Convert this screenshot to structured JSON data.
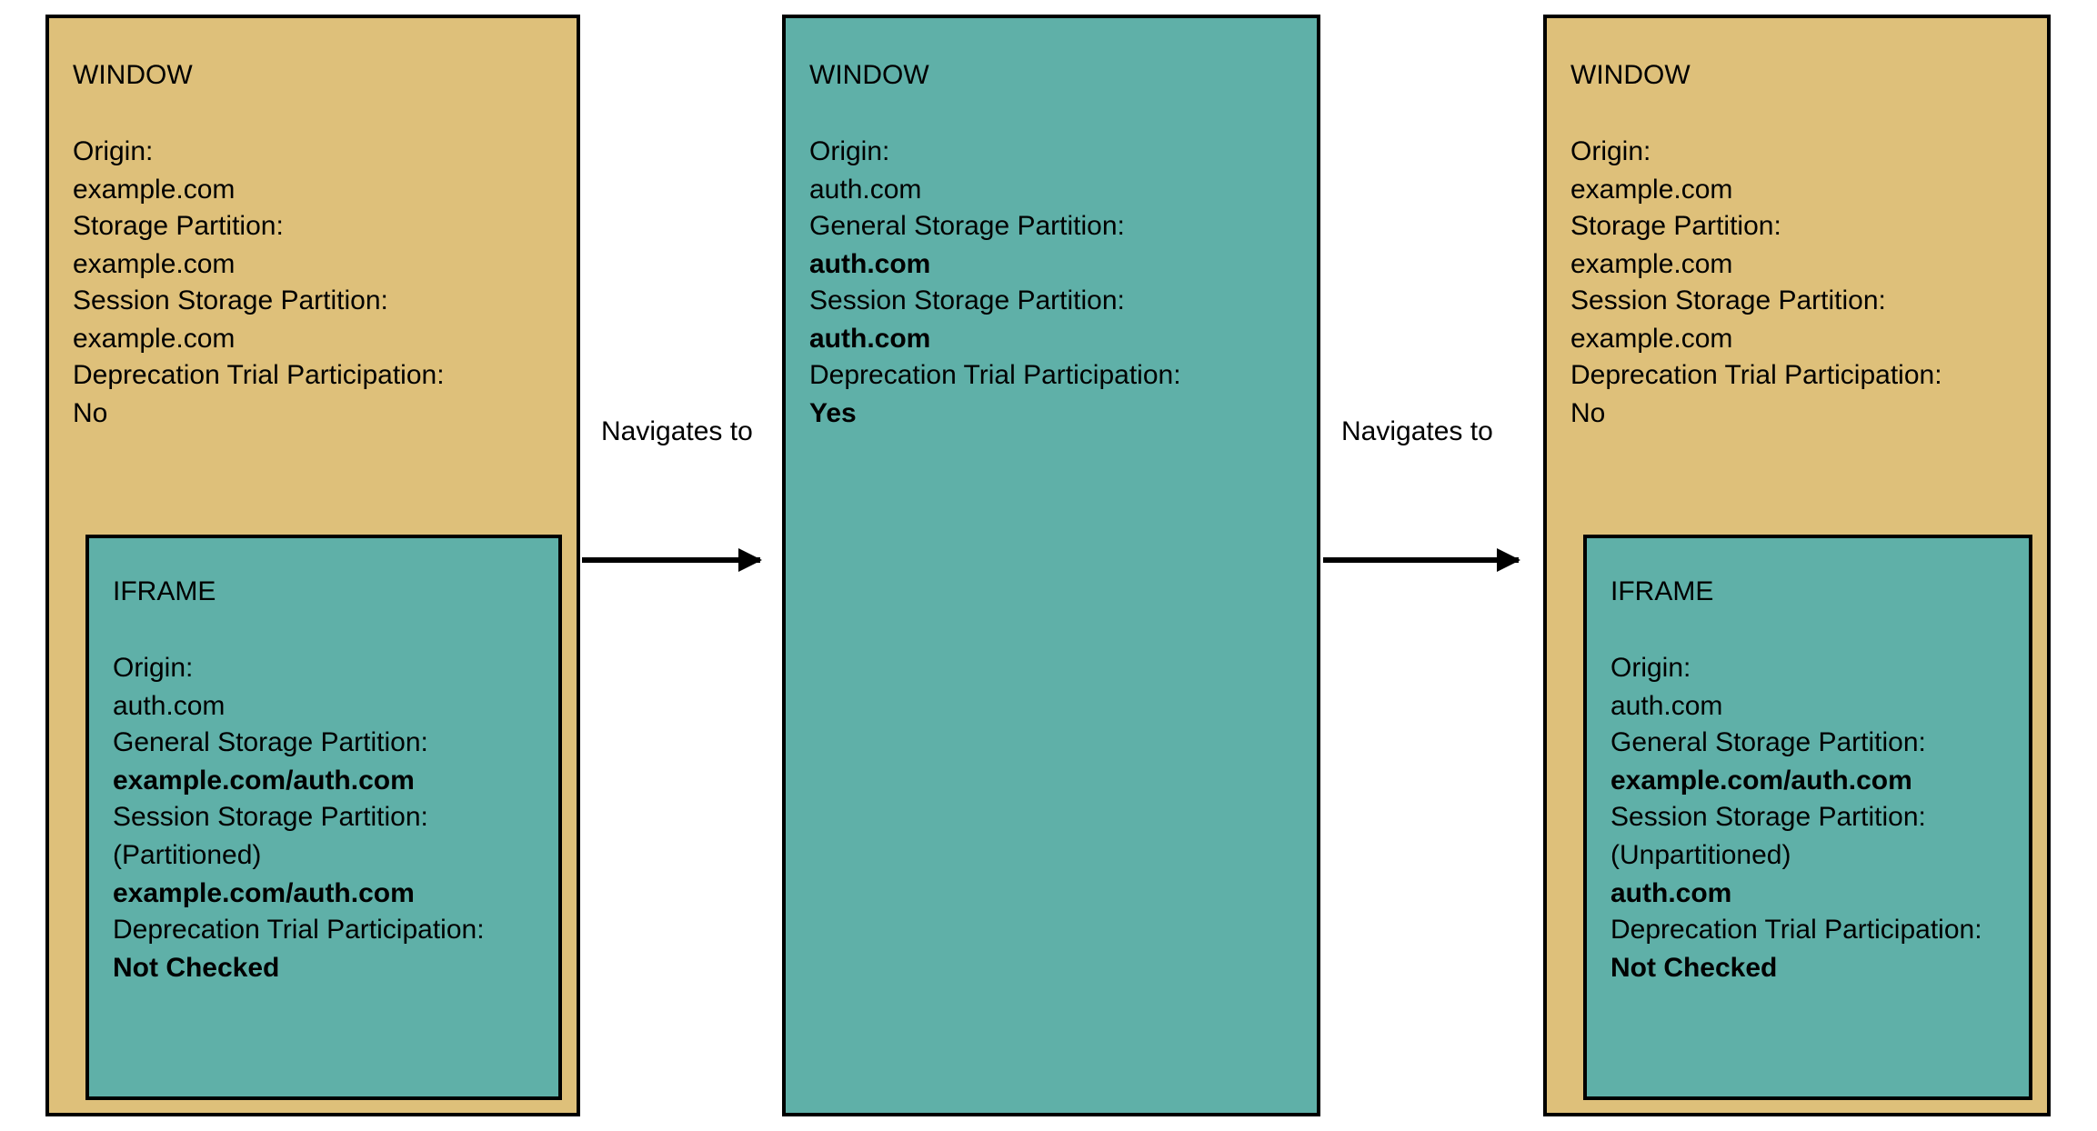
{
  "diagram": {
    "colors": {
      "window_example": "#DEC07A",
      "window_auth": "#5FB0A8",
      "iframe": "#5FB0A8",
      "border": "#000000"
    },
    "panels": [
      {
        "id": "panel-1",
        "window": {
          "title": "WINDOW",
          "fields": [
            {
              "label": "Origin:",
              "value": "example.com",
              "bold": false
            },
            {
              "label": "Storage Partition:",
              "value": "example.com",
              "bold": false
            },
            {
              "label": "Session Storage Partition:",
              "value": "example.com",
              "bold": false
            },
            {
              "label": "Deprecation Trial Participation:",
              "value": "No",
              "bold": false
            }
          ]
        },
        "iframe": {
          "title": "IFRAME",
          "fields": [
            {
              "label": "Origin:",
              "value": "auth.com",
              "bold": false
            },
            {
              "label": "General Storage Partition:",
              "value": "example.com/auth.com",
              "bold": true
            },
            {
              "label": "Session Storage Partition:",
              "sub": "(Partitioned)",
              "value": "example.com/auth.com",
              "bold": true
            },
            {
              "label": "Deprecation Trial Participation:",
              "value": "Not Checked",
              "bold": true
            }
          ]
        }
      },
      {
        "id": "panel-2",
        "window": {
          "title": "WINDOW",
          "fields": [
            {
              "label": "Origin:",
              "value": "auth.com",
              "bold": false
            },
            {
              "label": "General Storage Partition:",
              "value": "auth.com",
              "bold": true
            },
            {
              "label": "Session Storage Partition:",
              "value": "auth.com",
              "bold": true
            },
            {
              "label": "Deprecation Trial Participation:",
              "value": "Yes",
              "bold": true
            }
          ]
        },
        "iframe": null
      },
      {
        "id": "panel-3",
        "window": {
          "title": "WINDOW",
          "fields": [
            {
              "label": "Origin:",
              "value": "example.com",
              "bold": false
            },
            {
              "label": "Storage Partition:",
              "value": "example.com",
              "bold": false
            },
            {
              "label": "Session Storage Partition:",
              "value": "example.com",
              "bold": false
            },
            {
              "label": "Deprecation Trial Participation:",
              "value": "No",
              "bold": false
            }
          ]
        },
        "iframe": {
          "title": "IFRAME",
          "fields": [
            {
              "label": "Origin:",
              "value": "auth.com",
              "bold": false
            },
            {
              "label": "General Storage Partition:",
              "value": "example.com/auth.com",
              "bold": true
            },
            {
              "label": "Session Storage Partition:",
              "sub": "(Unpartitioned)",
              "value": "auth.com",
              "bold": true
            },
            {
              "label": "Deprecation Trial Participation:",
              "value": "Not Checked",
              "bold": true
            }
          ]
        }
      }
    ],
    "arrows": [
      {
        "id": "arrow-1",
        "label": "Navigates to"
      },
      {
        "id": "arrow-2",
        "label": "Navigates to"
      }
    ]
  }
}
